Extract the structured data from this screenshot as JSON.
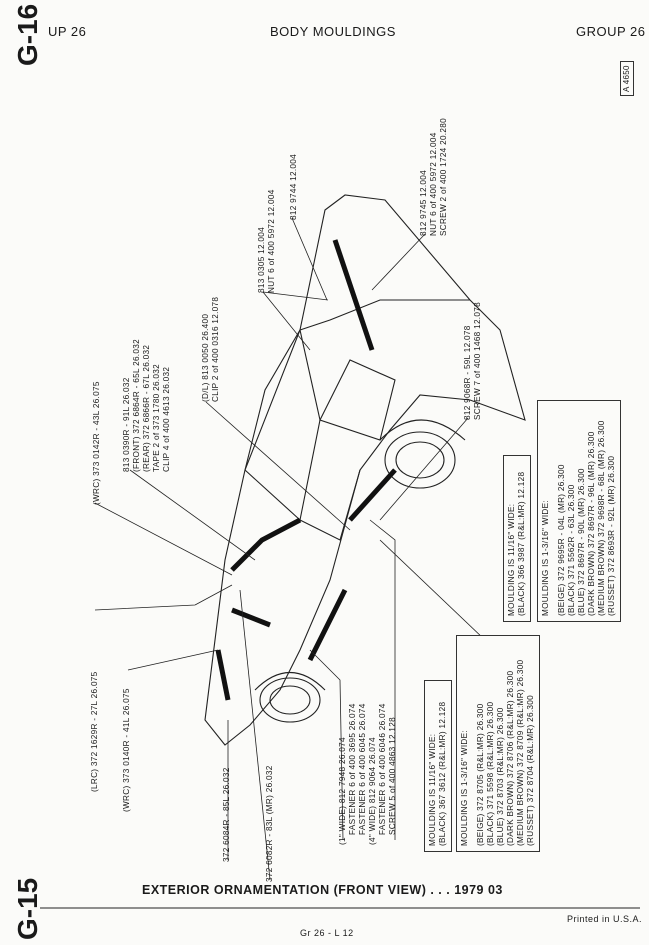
{
  "header": {
    "left": "UP 26",
    "center": "BODY MOULDINGS",
    "right": "GROUP 26",
    "tab_top": "G-16",
    "tab_bottom": "G-15",
    "stamp": "A 4650"
  },
  "labels": {
    "rear_upper": [
      "812 9745  12.004",
      "NUT  6 of 400 5972  12.004",
      "SCREW  2 of 400 1724  20.280"
    ],
    "roof_rail": [
      "812 9744  12.004"
    ],
    "roof_clip": [
      "813 0305  12.004",
      "NUT  6 of 400 5972  12.004"
    ],
    "dl_clip": [
      "(D/L) 813 0050  26.400",
      "CLIP  2 of 400 0316  12.078"
    ],
    "windshield": [
      "813 0390R - 91L  26.032",
      "(FRONT) 372 6864R - 65L  26.032",
      "(REAR) 372 6866R - 67L  26.032",
      "TAPE  2 of 373 1780  26.032",
      "CLIP  4 of 400 4613  26.032"
    ],
    "wrc_upper": [
      "(WRC) 373 0142R - 43L  26.075"
    ],
    "rear_side": [
      "812 9068R - 59L  12.078",
      "SCREW  7 of 400 1468  12.078"
    ],
    "lrc": [
      "(LRC) 372 1629R - 27L  26.075"
    ],
    "wrc_lower": [
      "(WRC) 373 0140R - 41L  26.075"
    ],
    "fender_a": [
      "372 6084R - 85L  26.032"
    ],
    "fender_b": [
      "372 6082R - 83L (MR)  26.032"
    ],
    "side_wide": [
      "(1\" WIDE) 812 7948  26.074",
      "FASTENER  6 of  400 3695  26.074",
      "FASTENER  6 of  400 6045  26.074",
      "(4\" WIDE) 812 9064  26.074",
      "FASTENER  6 of  400 6046  26.074",
      "SCREW  5 of 400 4863  12.128"
    ]
  },
  "box_rear": {
    "narrow": [
      "MOULDING IS 11/16\" WIDE:",
      "(BLACK) 366 3987 (R&L:MR)  12.128"
    ],
    "wide": [
      "MOULDING IS 1-3/16\" WIDE:",
      "(BEIGE) 372 9695R - 04L (MR)  26.300",
      "(BLACK) 371 5562R - 63L  26.300",
      "(BLUE) 372 8697R - 90L (MR)  26.300",
      "(DARK BROWN) 372 8697R - 96L (MR)  26.300",
      "(MEDIUM BROWN) 372 9698R - 68L (MR)  26.300",
      "(RUSSET) 372 8693R - 92L (MR)  26.300"
    ]
  },
  "box_front": {
    "narrow": [
      "MOULDING IS 11/16\" WIDE:",
      "(BLACK) 367 3612 (R&L:MR)  12.128"
    ],
    "wide": [
      "MOULDING IS 1-3/16\" WIDE:",
      "(BEIGE) 372 8705 (R&L:MR)  26.300",
      "(BLACK) 371 5598 (R&L:MR)  26.300",
      "(BLUE) 372 8703 (R&L:MR)  26.300",
      "(DARK BROWN) 372 8706 (R&L:MR)  26.300",
      "(MEDIUM BROWN)  372 8709 (R&L:MR)  26.300",
      "(RUSSET) 372 8704 (R&L:MR)  26.300"
    ]
  },
  "footer": {
    "title": "EXTERIOR ORNAMENTATION (FRONT VIEW) . . . 1979  03",
    "printed": "Printed  in U.S.A.",
    "page": "Gr 26  -  L 12"
  }
}
